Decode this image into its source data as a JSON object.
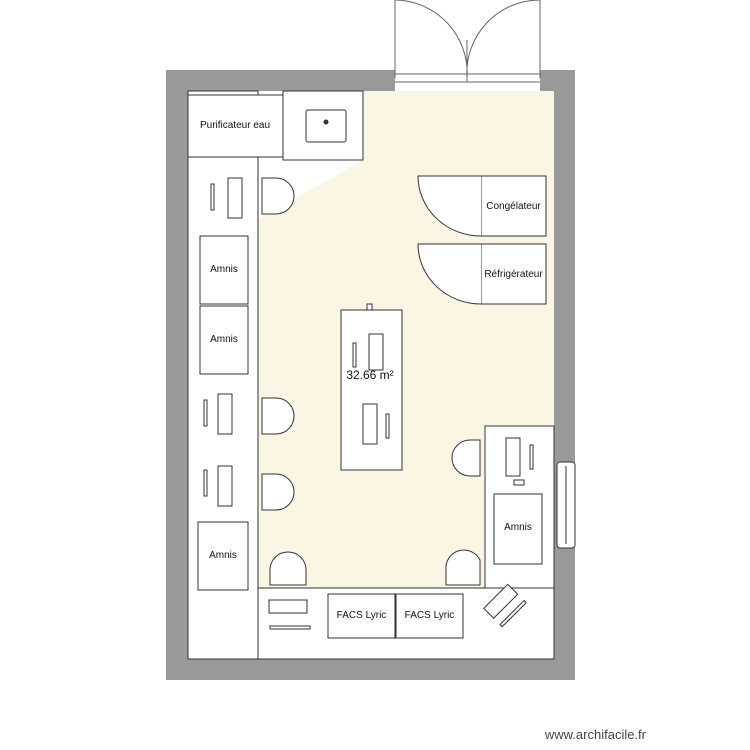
{
  "room": {
    "area": "32.66 m²"
  },
  "labels": {
    "water_purifier": "Purificateur eau",
    "freezer": "Congélateur",
    "fridge": "Réfrigérateur",
    "amnis": "Amnis",
    "facs": "FACS Lyric"
  },
  "footer": {
    "credit": "www.archifacile.fr"
  },
  "colors": {
    "wall": "#999999",
    "floor": "#faf6e3",
    "furniture": "#ffffff",
    "line": "#333333"
  }
}
